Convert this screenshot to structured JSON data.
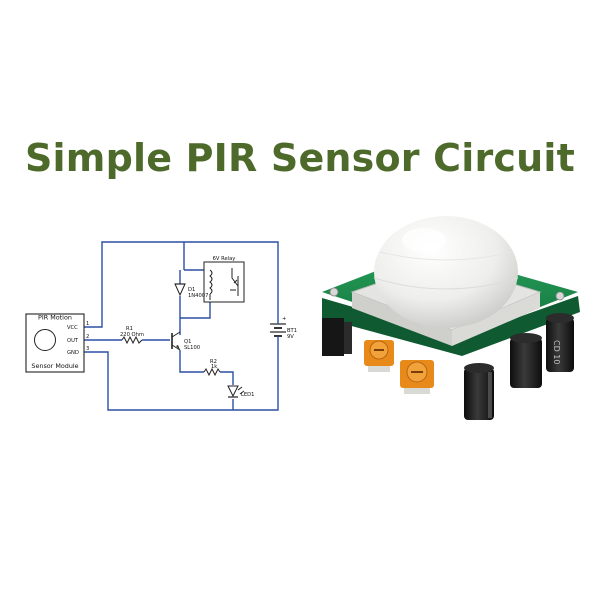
{
  "title": "Simple PIR Sensor Circuit",
  "module": {
    "top_label": "PIR Motion",
    "bottom_label": "Sensor Module",
    "pins": [
      "VCC",
      "OUT",
      "GND"
    ],
    "pin_numbers": [
      "1",
      "2",
      "3"
    ]
  },
  "components": {
    "relay": "6V Relay",
    "diode_ref": "D1",
    "diode_part": "1N4007",
    "r1_ref": "R1",
    "r1_value": "220 Ohm",
    "transistor_ref": "Q1",
    "transistor_part": "SL100",
    "r2_ref": "R2",
    "r2_value": "1k",
    "led_ref": "LED1",
    "battery_ref": "BT1",
    "battery_value": "9V",
    "battery_plus": "+"
  },
  "photo_board_marking": "CD 10",
  "colors": {
    "title": "#4e6a2b",
    "wire": "#2b4fa6",
    "board": "#1e8c4e",
    "dome": "#f2f2f0",
    "potentiometer": "#e88a1a"
  }
}
